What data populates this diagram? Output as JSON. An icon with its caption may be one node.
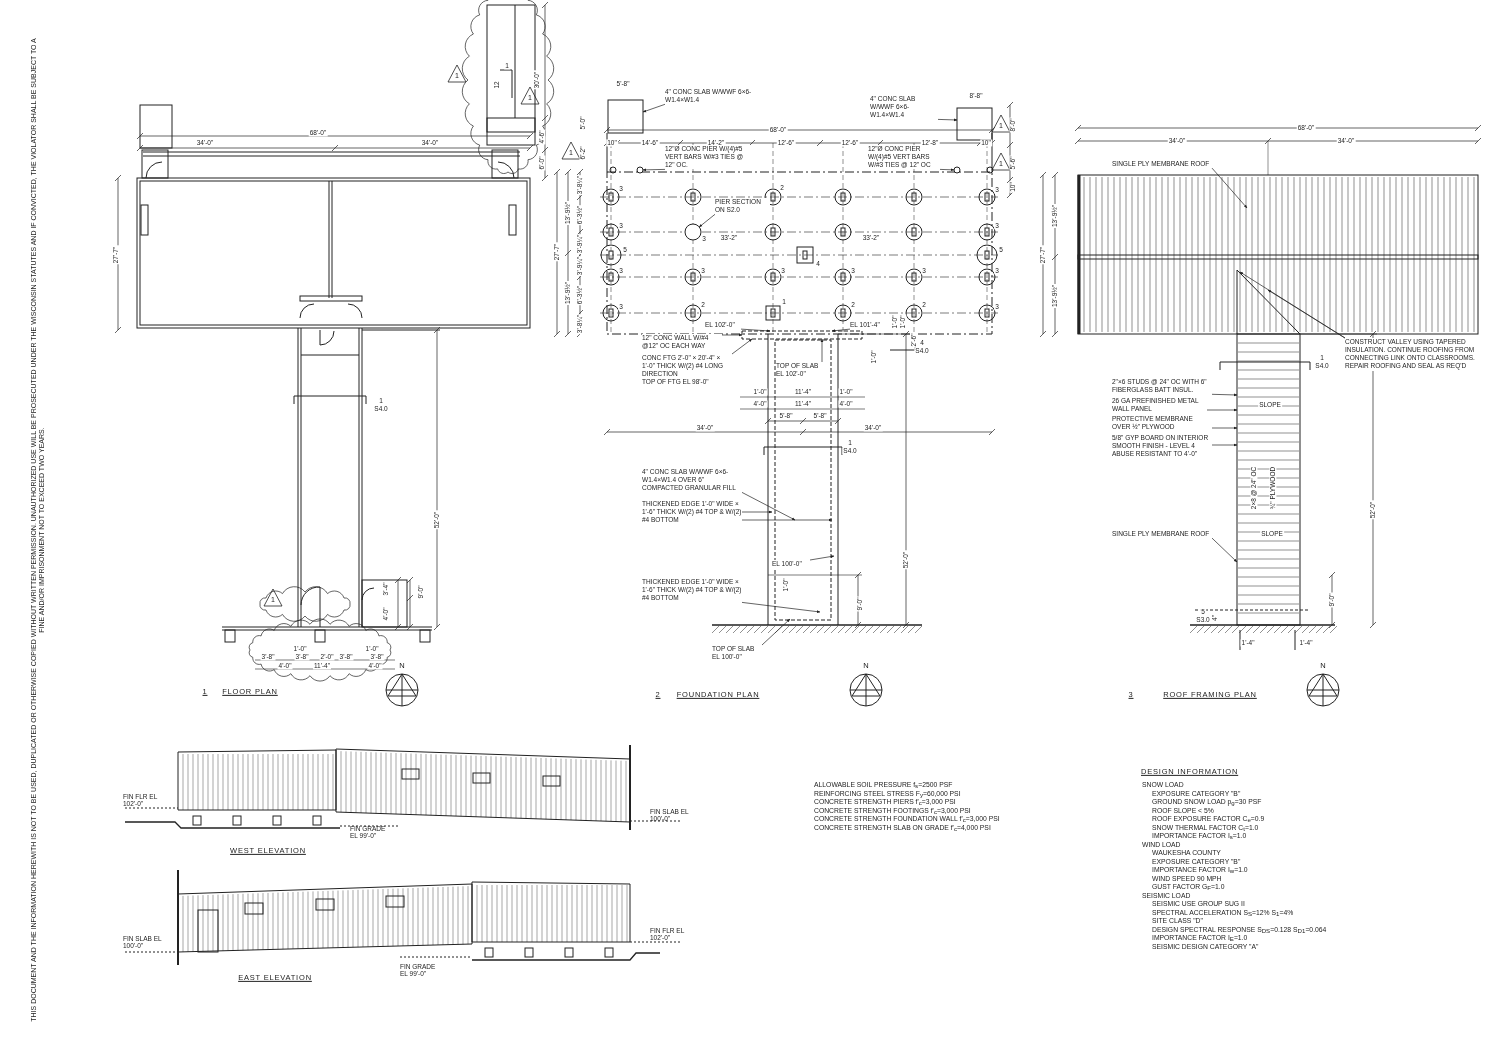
{
  "diagram": {
    "nodes": [
      {
        "text": [
          "4\" CONC SLAB W/WWF 6×6-W1.4×W1.4"
        ]
      },
      {
        "text": [
          "4\" CONC SLAB W/WWF 6×6-W1.4×W1.4"
        ]
      },
      {
        "text": [
          "12\"Ø CONC PIER W/(4)#5 VERT BARS W/#3 TIES @ 12\" OC."
        ]
      },
      {
        "text": [
          "12\"Ø CONC PIER W/(4)#5 VERT BARS W/#3 TIES @ 12\" OC"
        ]
      },
      {
        "text": [
          "PIER SECTION ON S2.0"
        ]
      },
      {
        "text": [
          "EL 102'-0\""
        ]
      },
      {
        "text": [
          "EL 101'-4\""
        ]
      },
      {
        "text": [
          "12\" CONC WALL W/#4 @12\" OC EACH WAY"
        ]
      },
      {
        "text": [
          "CONC FTG 2'-0\" × 20'-4\" × 1'-0\" THICK W/(2) #4 LONG DIRECTION",
          "TOP OF FTG EL 98'-0\""
        ]
      },
      {
        "text": [
          "TOP OF SLAB EL 102'-0\""
        ]
      },
      {
        "text": [
          "4\" CONC SLAB W/WWF 6×6-W1.4×W1.4 OVER 6\" COMPACTED GRANULAR FILL"
        ]
      },
      {
        "text": [
          "THICKENED EDGE 1'-0\" WIDE × 1'-6\" THICK W/(2) #4 TOP & W/(2) #4 BOTTOM"
        ]
      },
      {
        "text": [
          "THICKENED EDGE 1'-0\" WIDE × 1'-6\" THICK W/(2) #4 TOP & W/(2) #4 BOTTOM"
        ]
      },
      {
        "text": [
          "EL 100'-0\""
        ]
      },
      {
        "text": [
          "TOP OF SLAB EL 100'-0\""
        ]
      },
      {
        "text": [
          "SINGLE PLY MEMBRANE ROOF"
        ]
      },
      {
        "text": [
          "CONSTRUCT VALLEY USING TAPERED INSULATION. CONTINUE ROOFING FROM CONNECTING LINK ONTO CLASSROOMS. REPAIR ROOFING AND SEAL AS REQ'D"
        ]
      },
      {
        "text": [
          "2\"×6 STUDS @ 24\" OC WITH 6\" FIBERGLASS BATT INSUL."
        ]
      },
      {
        "text": [
          "26 GA PREFINISHED METAL WALL PANEL"
        ]
      },
      {
        "text": [
          "PROTECTIVE MEMBRANE OVER ½\" PLYWOOD"
        ]
      },
      {
        "text": [
          "5/8\" GYP BOARD ON INTERIOR SMOOTH FINISH - LEVEL 4 ABUSE RESISTANT TO 4'-0\""
        ]
      },
      {
        "text": [
          "SINGLE PLY MEMBRANE ROOF"
        ]
      },
      {
        "text": [],
        "shape": "box"
      },
      {
        "text": [],
        "shape": "box"
      },
      {
        "text": [],
        "shape": "circle"
      },
      {
        "text": [],
        "shape": "circle"
      },
      {
        "text": [],
        "shape": "circle"
      },
      {
        "text": [],
        "shape": "bar"
      },
      {
        "text": [],
        "shape": "box"
      }
    ],
    "edges": [
      {
        "from": 0,
        "to": 22,
        "arrow": "to"
      },
      {
        "from": 1,
        "to": 23,
        "arrow": "to"
      },
      {
        "from": 2,
        "to": 24,
        "arrow": "to"
      },
      {
        "from": 3,
        "to": 25,
        "arrow": "to"
      },
      {
        "from": 4,
        "to": 26,
        "arrow": "to"
      },
      {
        "from": 5,
        "to": 27,
        "arrow": "to"
      },
      {
        "from": 6,
        "to": 27,
        "arrow": "to"
      },
      {
        "from": 7,
        "to": 27,
        "arrow": "to"
      },
      {
        "from": 8,
        "to": 27,
        "arrow": "to"
      },
      {
        "from": 9,
        "to": 27,
        "arrow": "to"
      },
      {
        "from": 10,
        "to": null,
        "arrow": "to"
      },
      {
        "from": 11,
        "to": null,
        "arrow": "to"
      },
      {
        "from": 11,
        "to": null,
        "arrow": "to"
      },
      {
        "from": 12,
        "to": null,
        "arrow": "to"
      },
      {
        "from": 13,
        "to": null,
        "arrow": "to"
      },
      {
        "from": 14,
        "to": null,
        "arrow": "to"
      },
      {
        "from": 15,
        "to": null,
        "arrow": "to"
      },
      {
        "from": 16,
        "to": null,
        "arrow": "to"
      },
      {
        "from": 16,
        "to": null,
        "arrow": "to"
      },
      {
        "from": 17,
        "to": 28,
        "arrow": "to"
      },
      {
        "from": 18,
        "to": 28,
        "arrow": "to"
      },
      {
        "from": 19,
        "to": 28,
        "arrow": "to"
      },
      {
        "from": 20,
        "to": 28,
        "arrow": "to"
      },
      {
        "from": 21,
        "to": 28,
        "arrow": "to"
      }
    ],
    "labels": [
      "68'-0\"",
      "34'-0\"",
      "34'-0\"",
      "1",
      "12",
      "1",
      "1",
      "30'-0\"",
      "4'-6\"",
      "6'-0\"",
      "27'-7\"",
      "1",
      "S4.0",
      "52'-0\"",
      "1",
      "3'-4\"",
      "9'-0\"",
      "4'-0\"",
      "1'-0\"",
      "1'-0\"",
      "3'-8\"",
      "3'-8\"",
      "2'-0\"",
      "3'-8\"",
      "3'-8\"",
      "4'-0\"",
      "11'-4\"",
      "4'-0\"",
      "1",
      "FLOOR PLAN",
      "N",
      "5'-8\"",
      "8'-8\"",
      "68'-0\"",
      "10\"",
      "14'-6\"",
      "14'-2\"",
      "12'-6\"",
      "12'-6\"",
      "12'-8\"",
      "10\"",
      "5'-0\"",
      "6'-2\"",
      "1",
      "8'-0\"",
      "1",
      "5'-6\"",
      "1",
      "10\"",
      "3",
      "2",
      "3",
      "3",
      "3",
      "3",
      "5",
      "4",
      "5",
      "3",
      "3",
      "3",
      "3",
      "3",
      "3",
      "3",
      "2",
      "1",
      "2",
      "2",
      "3",
      "33'-2\"",
      "33'-2\"",
      "27'-7\"",
      "13'-9½\"",
      "13'-9½\"",
      "3'-8¼\"",
      "6'-3½\"",
      "3'-9¼\"",
      "3'-9¼\"",
      "6'-3½\"",
      "3'-8¼\"",
      "1'-0\"",
      "1'-0\"",
      "2'-6\"",
      "1'-0\"",
      "4",
      "S4.0",
      "1'-0\"",
      "11'-4\"",
      "1'-0\"",
      "4'-0\"",
      "11'-4\"",
      "4'-0\"",
      "5'-8\"",
      "5'-8\"",
      "34'-0\"",
      "34'-0\"",
      "1",
      "S4.0",
      "52'-0\"",
      "1'-0\"",
      "9'-0\"",
      "2",
      "FOUNDATION PLAN",
      "N",
      "68'-0\"",
      "34'-0\"",
      "34'-0\"",
      "27'-7\"",
      "13'-9½\"",
      "13'-9½\"",
      "1",
      "S4.0",
      "SLOPE",
      "2×8 @ 24\" OC",
      "¾\" PLYWOOD",
      "SLOPE",
      "9'-0\"",
      "52'-0\"",
      "5",
      "S3.0",
      "4\"",
      "1'-4\"",
      "1'-4\"",
      "3",
      "ROOF FRAMING PLAN",
      "N",
      "FIN FLR EL 102'-0\"",
      "FIN SLAB EL 100'-0\"",
      "FIN GRADE EL 99'-0\"",
      "WEST ELEVATION",
      "FIN SLAB EL 100'-0\"",
      "FIN FLR EL 102'-0\"",
      "FIN GRADE EL 99'-0\"",
      "EAST ELEVATION",
      "ALLOWABLE SOIL PRESSURE  f$_{s}$=2500 PSF",
      "REINFORCING STEEL STRESS  F$_{y}$=60,000 PSI",
      "CONCRETE STRENGTH PIERS  f'$_{c}$=3,000 PSI",
      "CONCRETE STRENGTH FOOTINGS  f'$_{c}$=3,000 PSI",
      "CONCRETE STRENGTH FOUNDATION WALL  f'$_{c}$=3,000 PSI",
      "CONCRETE STRENGTH SLAB ON GRADE  f'$_{c}$=4,000 PSI",
      "DESIGN INFORMATION",
      "SNOW LOAD",
      "EXPOSURE CATEGORY \"B\"",
      "GROUND SNOW LOAD  p$_{g}$=30 PSF",
      "ROOF SLOPE < 5%",
      "ROOF EXPOSURE FACTOR  C$_{e}$=0.9",
      "SNOW THERMAL FACTOR  C$_{t}$=1.0",
      "IMPORTANCE FACTOR  I$_{s}$=1.0",
      "WIND LOAD",
      "WAUKESHA COUNTY",
      "EXPOSURE CATEGORY \"B\"",
      "IMPORTANCE FACTOR  I$_{w}$=1.0",
      "WIND SPEED  90 MPH",
      "GUST FACTOR  G$_{F}$=1.0",
      "SEISMIC LOAD",
      "SEISMIC USE GROUP  SUG II",
      "SPECTRAL ACCELERATION  S$_{S}$=12%  S$_{1}$=4%",
      "SITE CLASS \"D\"",
      "DESIGN SPECTRAL RESPONSE  S$_{DS}$=0.128  S$_{D1}$=0.064",
      "IMPORTANCE FACTOR  I$_{E}$=1.0",
      "SEISMIC DESIGN CATEGORY \"A\"",
      "THIS DOCUMENT AND THE INFORMATION HEREWITH IS NOT TO BE USED, DUPLICATED OR OTHERWISE COPIED WITHOUT WRITTEN PERMISSION. UNAUTHORIZED USE WILL BE PROSECUTED UNDER THE WISCONSIN STATUTES AND IF CONVICTED, THE VIOLATOR SHALL BE SUBJECT TO A FINE AND/OR IMPRISONMENT NOT TO EXCEED TWO YEARS."
    ]
  }
}
